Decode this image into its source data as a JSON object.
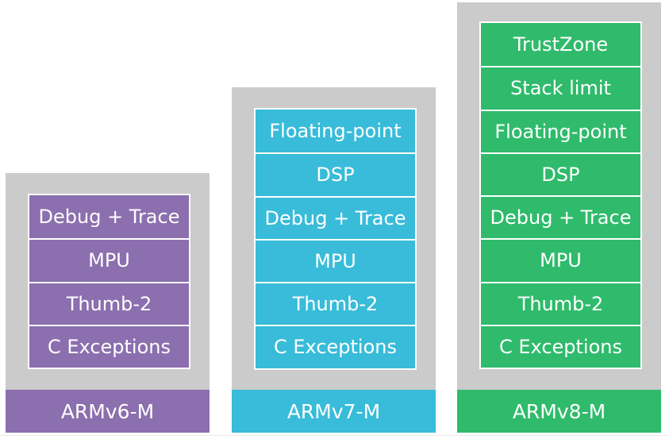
{
  "architectures": [
    {
      "name": "ARMv6-M",
      "color": "#8b6fae",
      "features": [
        "Debug + Trace",
        "MPU",
        "Thumb-2",
        "C Exceptions"
      ]
    },
    {
      "name": "ARMv7-M",
      "color": "#38bcd9",
      "features": [
        "Floating-point",
        "DSP",
        "Debug + Trace",
        "MPU",
        "Thumb-2",
        "C Exceptions"
      ]
    },
    {
      "name": "ARMv8-M",
      "color": "#2fbb6b",
      "features": [
        "TrustZone",
        "Stack limit",
        "Floating-point",
        "DSP",
        "Debug + Trace",
        "MPU",
        "Thumb-2",
        "C Exceptions"
      ]
    }
  ]
}
